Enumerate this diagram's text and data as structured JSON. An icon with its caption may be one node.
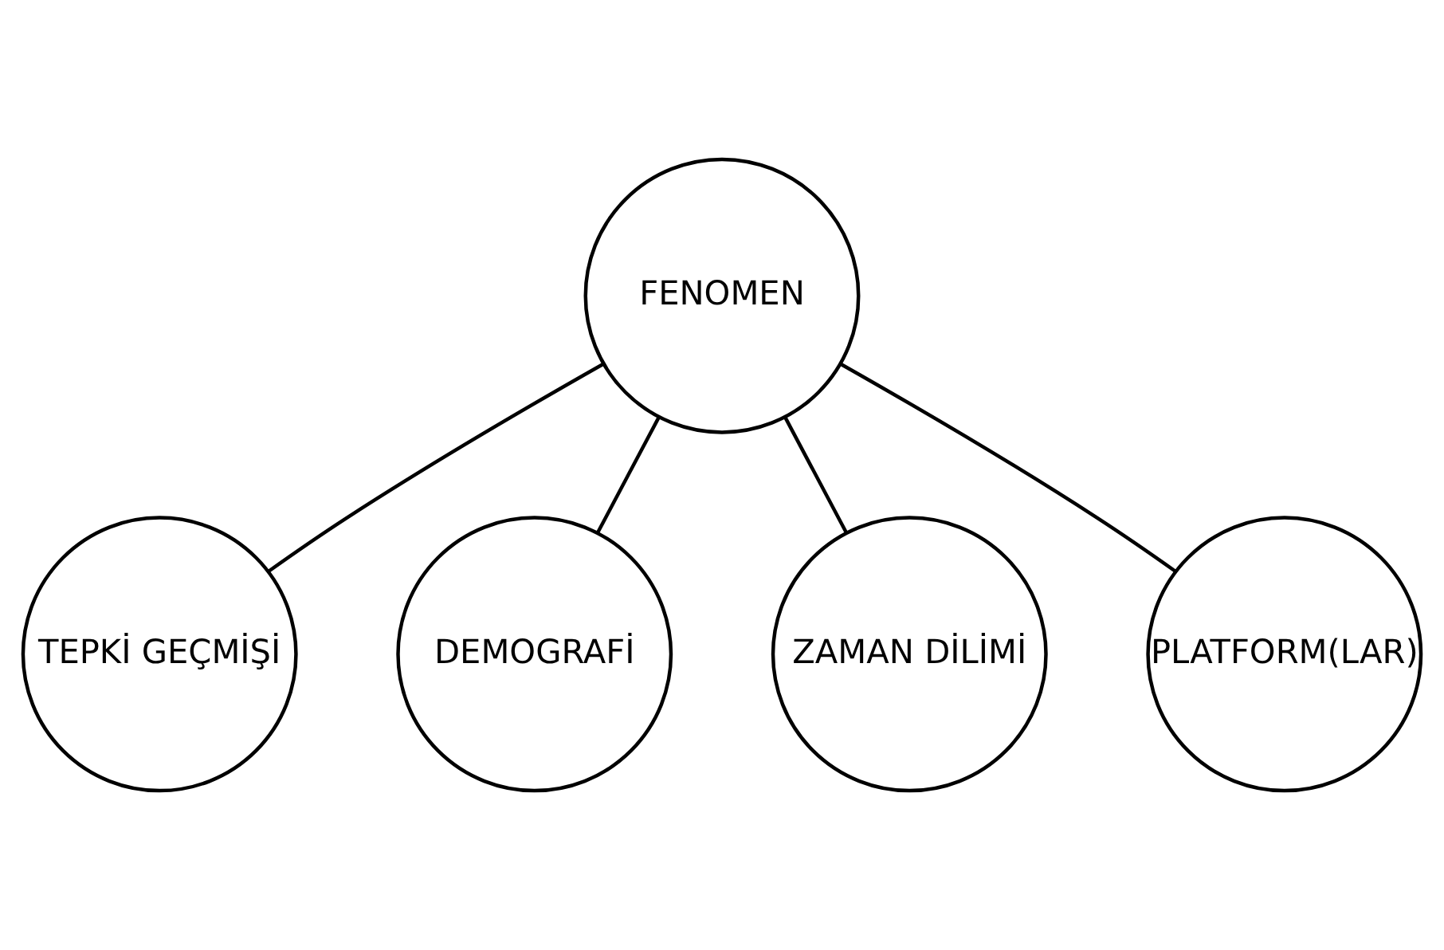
{
  "diagram": {
    "nodes": [
      {
        "text": [
          "FENOMEN"
        ]
      },
      {
        "text": [
          "TEPKİ GEÇMİŞİ"
        ]
      },
      {
        "text": [
          "DEMOGRAFİ"
        ]
      },
      {
        "text": [
          "ZAMAN DİLİMİ"
        ]
      },
      {
        "text": [
          "PLATFORM(LAR)"
        ]
      }
    ],
    "edges": [
      {
        "from": 0,
        "to": 1,
        "arrow": "none"
      },
      {
        "from": 0,
        "to": 2,
        "arrow": "none"
      },
      {
        "from": 0,
        "to": 3,
        "arrow": "none"
      },
      {
        "from": 0,
        "to": 4,
        "arrow": "none"
      }
    ]
  }
}
